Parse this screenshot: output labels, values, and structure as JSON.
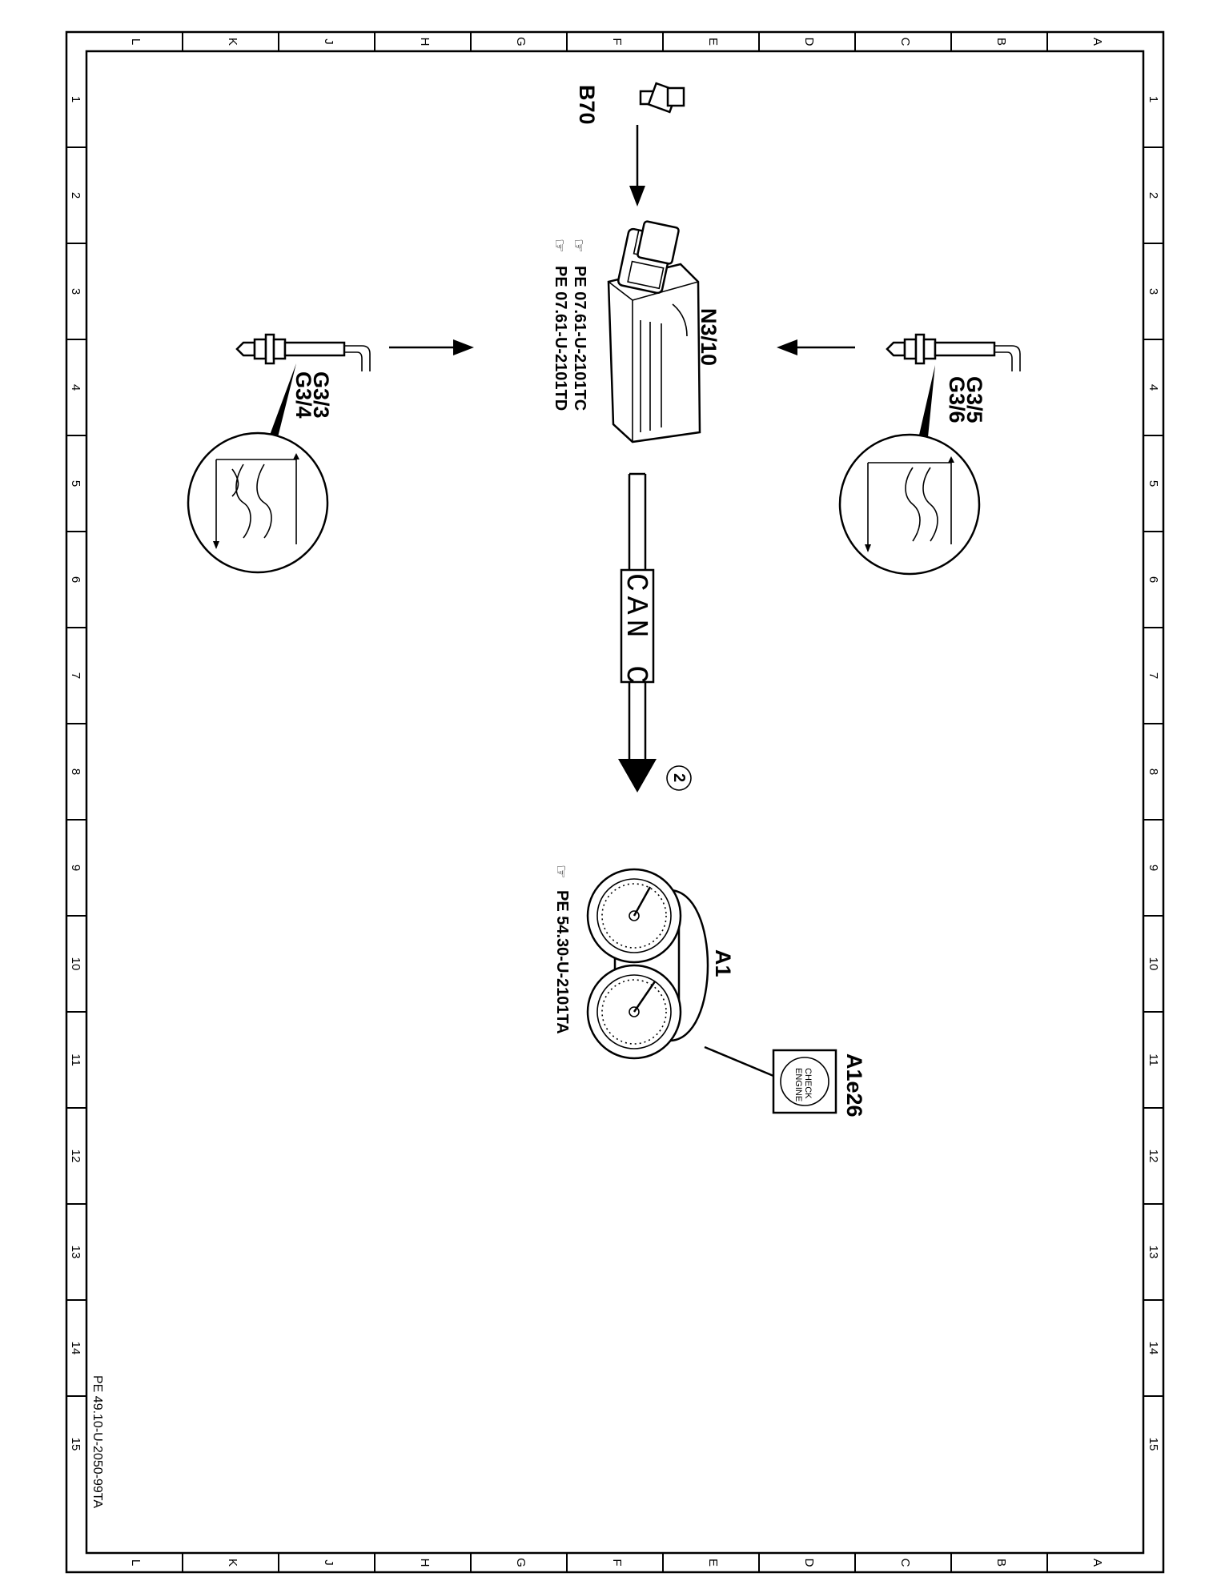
{
  "frame": {
    "column_letters": [
      "L",
      "K",
      "J",
      "H",
      "G",
      "F",
      "E",
      "D",
      "C",
      "B",
      "A"
    ],
    "row_numbers": [
      "1",
      "2",
      "3",
      "4",
      "5",
      "6",
      "7",
      "8",
      "9",
      "10",
      "11",
      "12",
      "13",
      "14",
      "15"
    ],
    "document_id": "PE 49.10-U-2050-99TA"
  },
  "components": {
    "b70": {
      "label": "B70"
    },
    "n3_10": {
      "label": "N3/10",
      "refs": [
        "PE 07.61-U-2101TC",
        "PE 07.61-U-2101TD"
      ]
    },
    "sensor_left": {
      "label_1": "G3/3",
      "label_2": "G3/4"
    },
    "sensor_right": {
      "label_1": "G3/5",
      "label_2": "G3/6"
    },
    "bus": {
      "label": "CAN C",
      "marker": "2"
    },
    "a1": {
      "label": "A1",
      "ref": "PE 54.30-U-2101TA"
    },
    "a1e26": {
      "label": "A1e26",
      "lamp_line_1": "CHECK",
      "lamp_line_2": "ENGINE"
    }
  }
}
